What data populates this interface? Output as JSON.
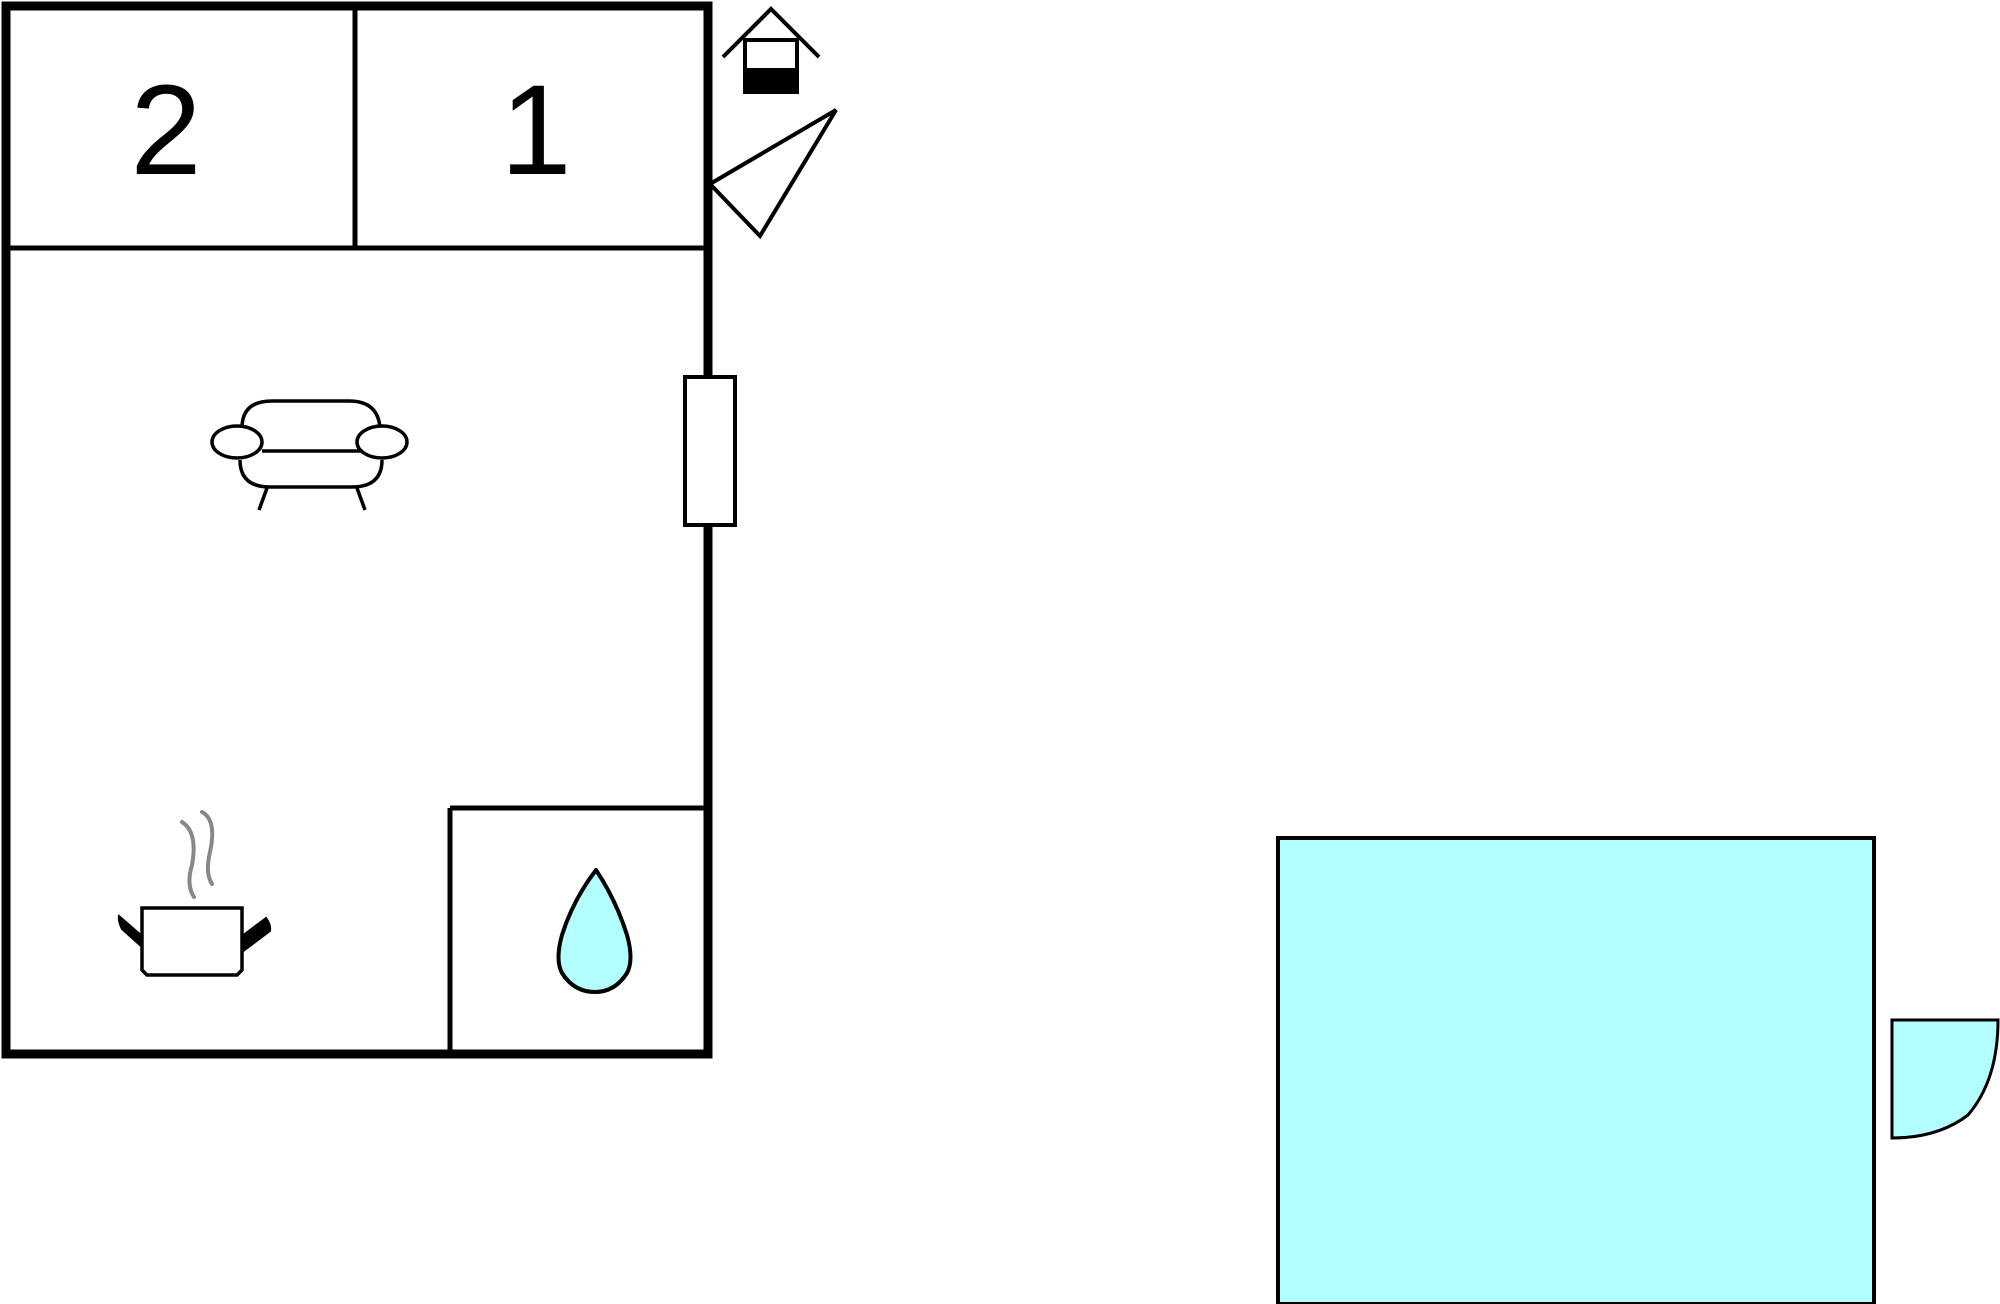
{
  "floorplan": {
    "rooms": [
      {
        "id": "bedroom-2",
        "label": "2"
      },
      {
        "id": "bedroom-1",
        "label": "1"
      },
      {
        "id": "living-kitchen",
        "label": ""
      },
      {
        "id": "bathroom",
        "label": ""
      }
    ],
    "icons": [
      "entrance-house-icon",
      "compass-north-arrow-icon",
      "sofa-icon",
      "cooking-pot-icon",
      "water-drop-icon",
      "door-swing-icon",
      "stove-heater-icon"
    ],
    "colors": {
      "wall": "#000000",
      "water": "#b3ffff",
      "steam": "#888888",
      "background": "#ffffff"
    }
  }
}
